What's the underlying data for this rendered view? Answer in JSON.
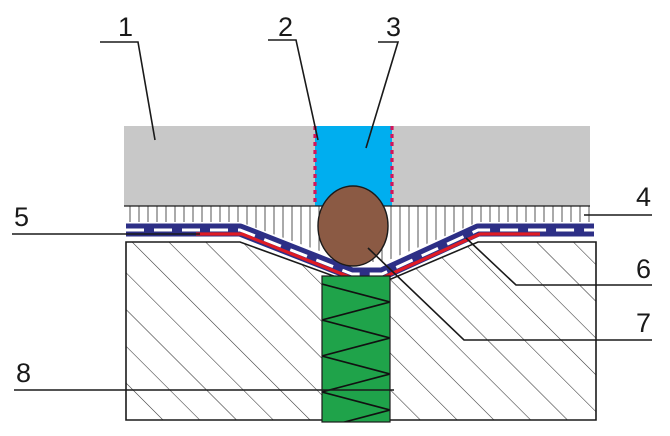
{
  "callouts": [
    {
      "id": "1",
      "label": "1"
    },
    {
      "id": "2",
      "label": "2"
    },
    {
      "id": "3",
      "label": "3"
    },
    {
      "id": "4",
      "label": "4"
    },
    {
      "id": "5",
      "label": "5"
    },
    {
      "id": "6",
      "label": "6"
    },
    {
      "id": "7",
      "label": "7"
    },
    {
      "id": "8",
      "label": "8"
    }
  ],
  "colors": {
    "panel": "#c8c8c8",
    "sealant": "#00aeef",
    "backer_rod": "#8b5a44",
    "insulation": "#1fa34a",
    "membrane_dash": "#2d2f86",
    "membrane_red": "#e01b24",
    "tape_dots": "#d4145a",
    "line": "#1a1a1a"
  }
}
